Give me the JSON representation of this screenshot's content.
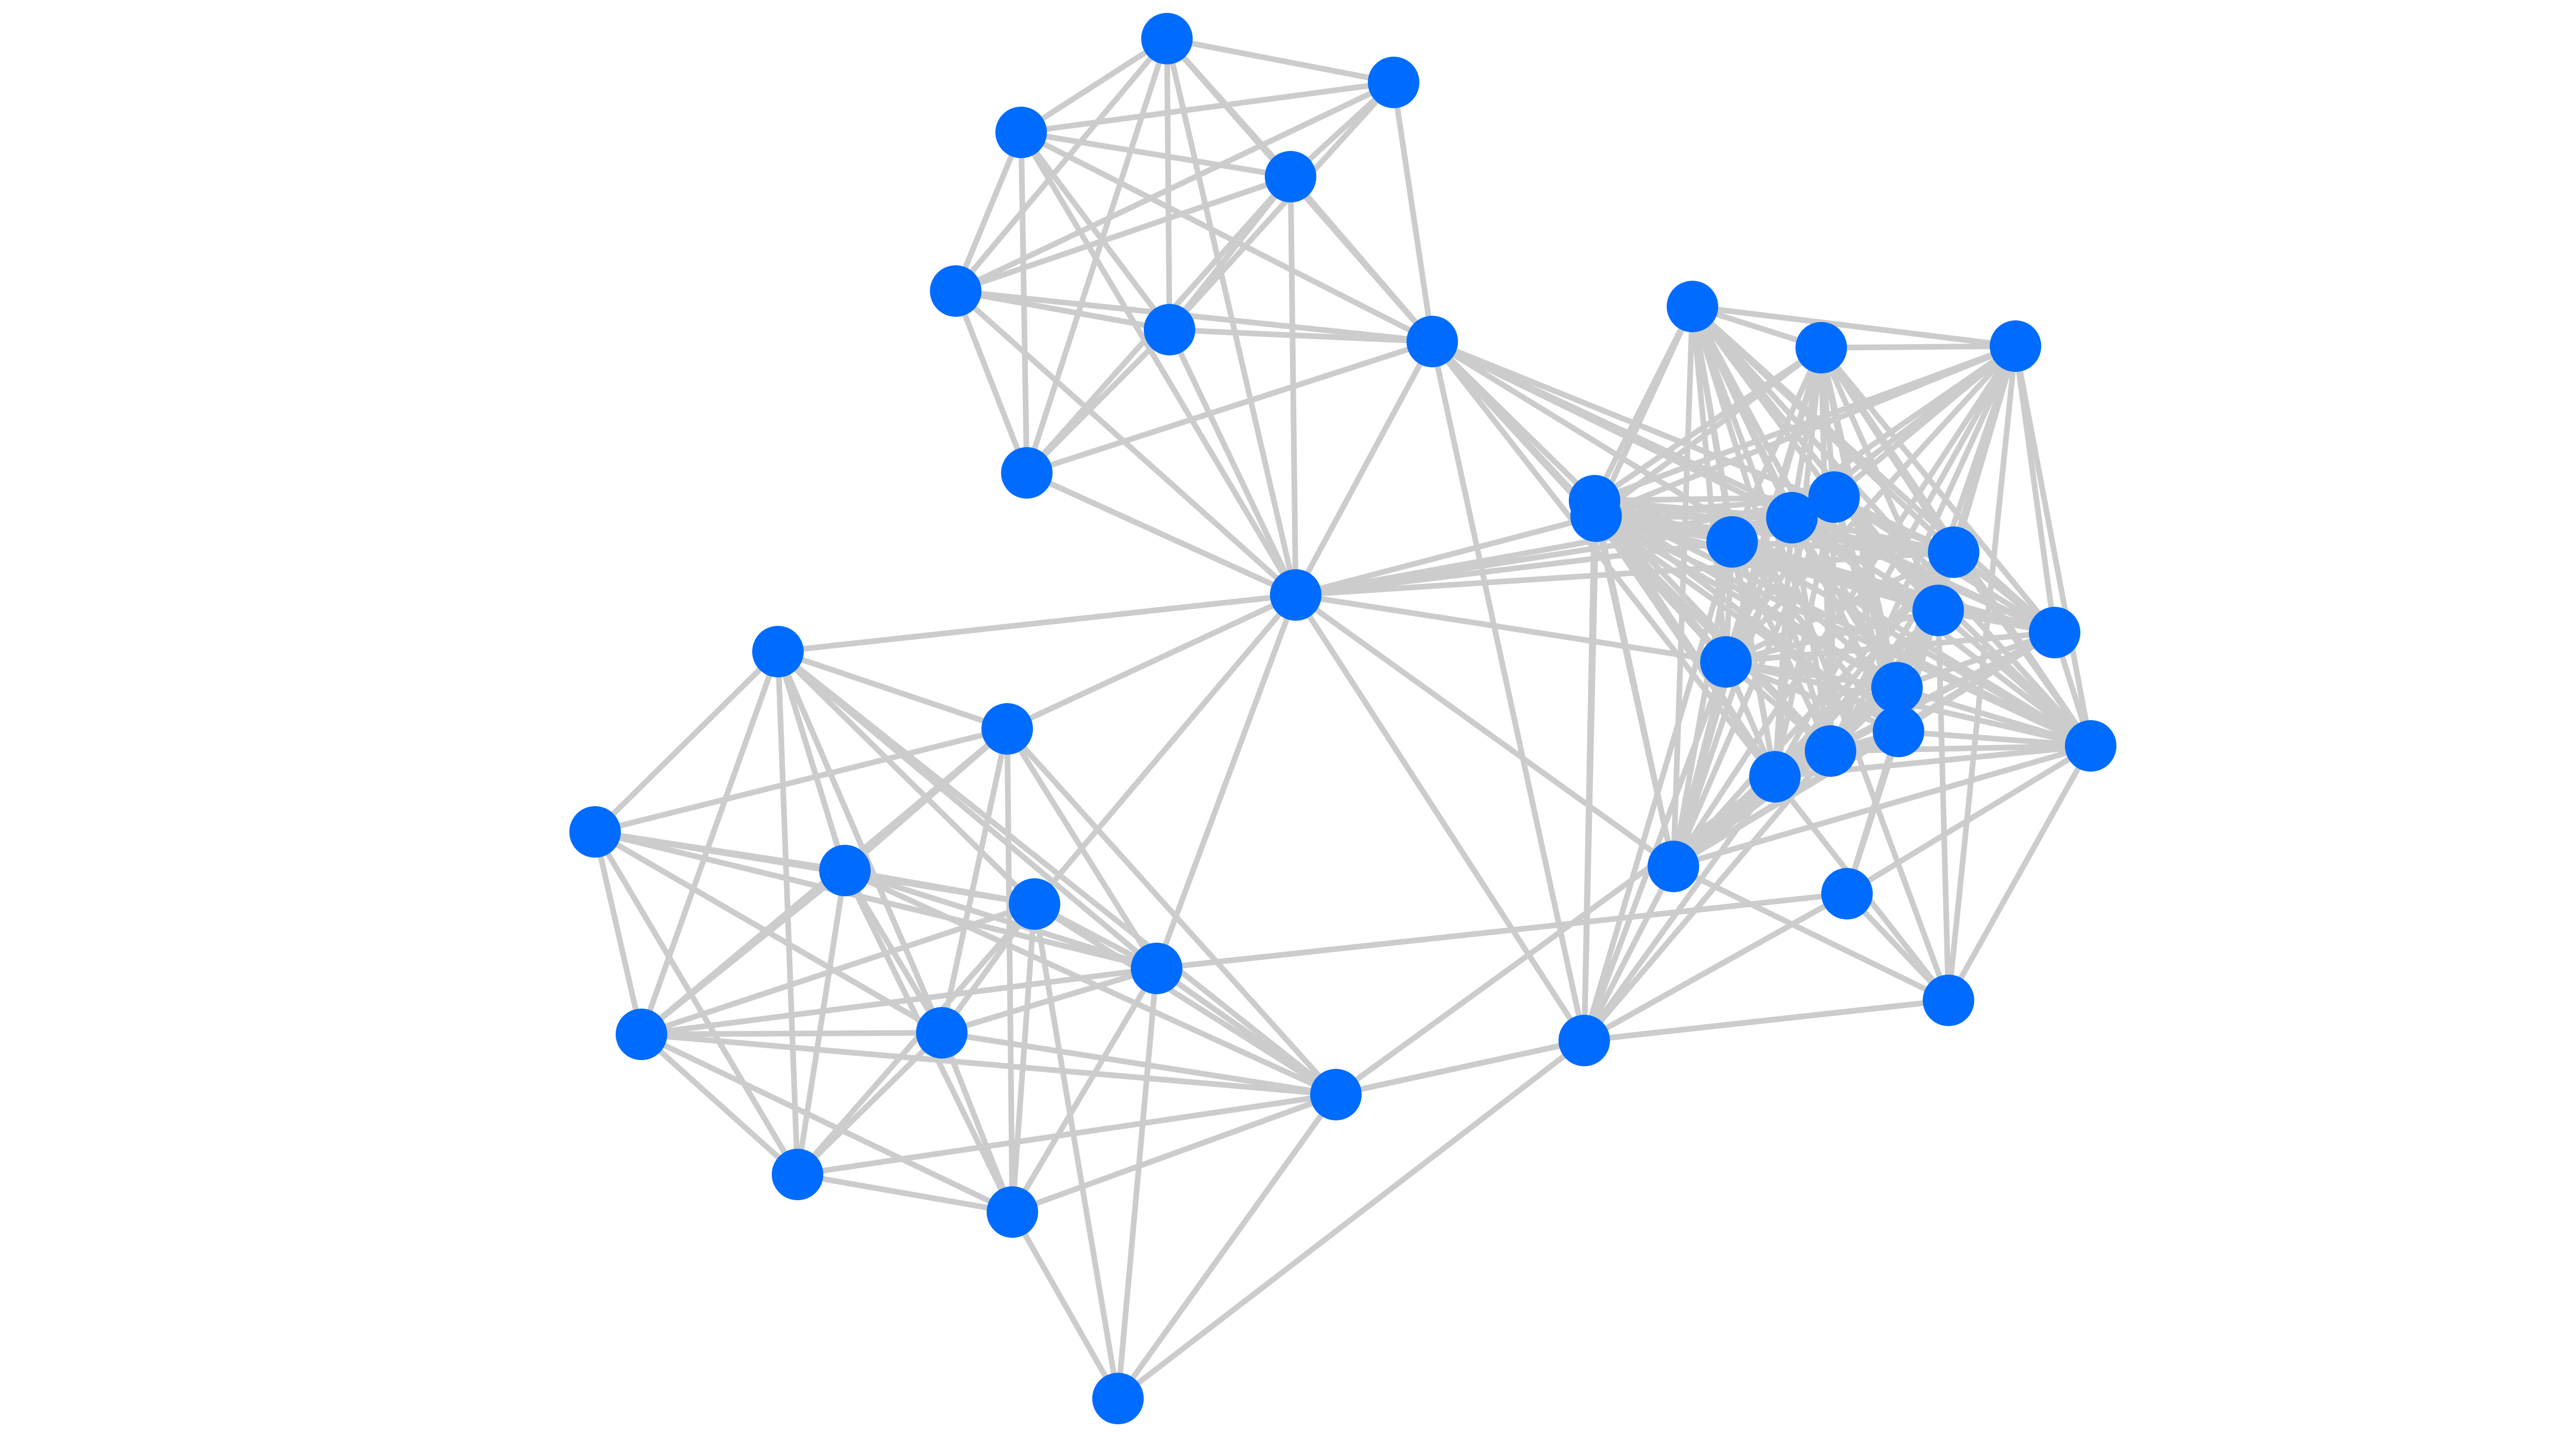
{
  "diagram": {
    "type": "network-graph",
    "style": {
      "node_color": "#006cff",
      "edge_color": "#cccccc",
      "background": "#ffffff"
    },
    "nodes": [
      {
        "id": "n0"
      },
      {
        "id": "n1"
      },
      {
        "id": "n2"
      },
      {
        "id": "n3"
      },
      {
        "id": "n4"
      },
      {
        "id": "n5"
      },
      {
        "id": "n6"
      },
      {
        "id": "n7"
      },
      {
        "id": "n8"
      },
      {
        "id": "n9"
      },
      {
        "id": "n10"
      },
      {
        "id": "n11"
      },
      {
        "id": "n12"
      },
      {
        "id": "n13"
      },
      {
        "id": "n14"
      },
      {
        "id": "n15"
      },
      {
        "id": "n16"
      },
      {
        "id": "n17"
      },
      {
        "id": "n18"
      },
      {
        "id": "n19"
      },
      {
        "id": "n20"
      },
      {
        "id": "n21"
      },
      {
        "id": "n22"
      },
      {
        "id": "n23"
      },
      {
        "id": "n24"
      },
      {
        "id": "n25"
      },
      {
        "id": "n26"
      },
      {
        "id": "n27"
      },
      {
        "id": "n28"
      },
      {
        "id": "n29"
      },
      {
        "id": "n30"
      },
      {
        "id": "n31"
      },
      {
        "id": "n32"
      },
      {
        "id": "n33"
      },
      {
        "id": "n34"
      },
      {
        "id": "n35"
      },
      {
        "id": "n36"
      },
      {
        "id": "n37"
      },
      {
        "id": "n38"
      },
      {
        "id": "n39"
      },
      {
        "id": "n40"
      },
      {
        "id": "n41"
      },
      {
        "id": "n42"
      }
    ],
    "edges": [
      [
        "n0",
        "n1"
      ],
      [
        "n0",
        "n2"
      ],
      [
        "n0",
        "n3"
      ],
      [
        "n0",
        "n4"
      ],
      [
        "n0",
        "n5"
      ],
      [
        "n0",
        "n6"
      ],
      [
        "n0",
        "n7"
      ],
      [
        "n0",
        "n8"
      ],
      [
        "n1",
        "n2"
      ],
      [
        "n1",
        "n3"
      ],
      [
        "n1",
        "n4"
      ],
      [
        "n1",
        "n5"
      ],
      [
        "n1",
        "n7"
      ],
      [
        "n2",
        "n3"
      ],
      [
        "n2",
        "n4"
      ],
      [
        "n2",
        "n5"
      ],
      [
        "n2",
        "n6"
      ],
      [
        "n2",
        "n7"
      ],
      [
        "n2",
        "n8"
      ],
      [
        "n3",
        "n4"
      ],
      [
        "n3",
        "n5"
      ],
      [
        "n3",
        "n6"
      ],
      [
        "n3",
        "n7"
      ],
      [
        "n3",
        "n8"
      ],
      [
        "n4",
        "n5"
      ],
      [
        "n4",
        "n6"
      ],
      [
        "n4",
        "n7"
      ],
      [
        "n4",
        "n8"
      ],
      [
        "n5",
        "n6"
      ],
      [
        "n5",
        "n7"
      ],
      [
        "n5",
        "n8"
      ],
      [
        "n6",
        "n7"
      ],
      [
        "n6",
        "n8"
      ],
      [
        "n7",
        "n8"
      ],
      [
        "n7",
        "n18"
      ],
      [
        "n7",
        "n24"
      ],
      [
        "n7",
        "n23"
      ],
      [
        "n7",
        "n31"
      ],
      [
        "n7",
        "n39"
      ],
      [
        "n8",
        "n9"
      ],
      [
        "n8",
        "n10"
      ],
      [
        "n8",
        "n13"
      ],
      [
        "n8",
        "n14"
      ],
      [
        "n8",
        "n18"
      ],
      [
        "n8",
        "n24"
      ],
      [
        "n8",
        "n25"
      ],
      [
        "n8",
        "n26"
      ],
      [
        "n8",
        "n27"
      ],
      [
        "n8",
        "n28"
      ],
      [
        "n8",
        "n31"
      ],
      [
        "n8",
        "n37"
      ],
      [
        "n8",
        "n11"
      ],
      [
        "n9",
        "n10"
      ],
      [
        "n9",
        "n11"
      ],
      [
        "n9",
        "n12"
      ],
      [
        "n9",
        "n13"
      ],
      [
        "n9",
        "n14"
      ],
      [
        "n9",
        "n15"
      ],
      [
        "n9",
        "n16"
      ],
      [
        "n9",
        "n17"
      ],
      [
        "n10",
        "n11"
      ],
      [
        "n10",
        "n12"
      ],
      [
        "n10",
        "n14"
      ],
      [
        "n10",
        "n15"
      ],
      [
        "n10",
        "n16"
      ],
      [
        "n10",
        "n17"
      ],
      [
        "n11",
        "n12"
      ],
      [
        "n11",
        "n13"
      ],
      [
        "n11",
        "n14"
      ],
      [
        "n11",
        "n15"
      ],
      [
        "n11",
        "n16"
      ],
      [
        "n11",
        "n17"
      ],
      [
        "n12",
        "n13"
      ],
      [
        "n12",
        "n14"
      ],
      [
        "n12",
        "n15"
      ],
      [
        "n12",
        "n16"
      ],
      [
        "n12",
        "n17"
      ],
      [
        "n13",
        "n14"
      ],
      [
        "n13",
        "n15"
      ],
      [
        "n13",
        "n16"
      ],
      [
        "n13",
        "n17"
      ],
      [
        "n14",
        "n15"
      ],
      [
        "n14",
        "n16"
      ],
      [
        "n14",
        "n17"
      ],
      [
        "n15",
        "n16"
      ],
      [
        "n15",
        "n17"
      ],
      [
        "n16",
        "n17"
      ],
      [
        "n17",
        "n42"
      ],
      [
        "n17",
        "n18"
      ],
      [
        "n17",
        "n32"
      ],
      [
        "n18",
        "n19"
      ],
      [
        "n18",
        "n20"
      ],
      [
        "n18",
        "n21"
      ],
      [
        "n18",
        "n22"
      ],
      [
        "n18",
        "n23"
      ],
      [
        "n18",
        "n24"
      ],
      [
        "n18",
        "n25"
      ],
      [
        "n18",
        "n26"
      ],
      [
        "n18",
        "n27"
      ],
      [
        "n18",
        "n28"
      ],
      [
        "n18",
        "n29"
      ],
      [
        "n18",
        "n30"
      ],
      [
        "n18",
        "n31"
      ],
      [
        "n18",
        "n32"
      ],
      [
        "n18",
        "n33"
      ],
      [
        "n18",
        "n34"
      ],
      [
        "n18",
        "n35"
      ],
      [
        "n18",
        "n36"
      ],
      [
        "n18",
        "n37"
      ],
      [
        "n19",
        "n20"
      ],
      [
        "n19",
        "n21"
      ],
      [
        "n19",
        "n22"
      ],
      [
        "n19",
        "n23"
      ],
      [
        "n19",
        "n24"
      ],
      [
        "n19",
        "n25"
      ],
      [
        "n19",
        "n26"
      ],
      [
        "n19",
        "n27"
      ],
      [
        "n19",
        "n28"
      ],
      [
        "n19",
        "n29"
      ],
      [
        "n19",
        "n30"
      ],
      [
        "n19",
        "n31"
      ],
      [
        "n19",
        "n32"
      ],
      [
        "n19",
        "n33"
      ],
      [
        "n19",
        "n34"
      ],
      [
        "n19",
        "n35"
      ],
      [
        "n19",
        "n36"
      ],
      [
        "n19",
        "n37"
      ],
      [
        "n20",
        "n21"
      ],
      [
        "n20",
        "n22"
      ],
      [
        "n20",
        "n23"
      ],
      [
        "n20",
        "n24"
      ],
      [
        "n20",
        "n25"
      ],
      [
        "n20",
        "n26"
      ],
      [
        "n20",
        "n27"
      ],
      [
        "n20",
        "n28"
      ],
      [
        "n20",
        "n29"
      ],
      [
        "n20",
        "n30"
      ],
      [
        "n20",
        "n31"
      ],
      [
        "n20",
        "n32"
      ],
      [
        "n20",
        "n33"
      ],
      [
        "n20",
        "n34"
      ],
      [
        "n20",
        "n35"
      ],
      [
        "n20",
        "n36"
      ],
      [
        "n20",
        "n37"
      ],
      [
        "n21",
        "n22"
      ],
      [
        "n21",
        "n23"
      ],
      [
        "n21",
        "n24"
      ],
      [
        "n21",
        "n25"
      ],
      [
        "n21",
        "n26"
      ],
      [
        "n21",
        "n27"
      ],
      [
        "n21",
        "n28"
      ],
      [
        "n21",
        "n29"
      ],
      [
        "n21",
        "n30"
      ],
      [
        "n21",
        "n31"
      ],
      [
        "n21",
        "n32"
      ],
      [
        "n21",
        "n33"
      ],
      [
        "n21",
        "n34"
      ],
      [
        "n21",
        "n35"
      ],
      [
        "n21",
        "n36"
      ],
      [
        "n21",
        "n37"
      ],
      [
        "n22",
        "n23"
      ],
      [
        "n22",
        "n24"
      ],
      [
        "n22",
        "n25"
      ],
      [
        "n22",
        "n26"
      ],
      [
        "n22",
        "n27"
      ],
      [
        "n22",
        "n28"
      ],
      [
        "n22",
        "n29"
      ],
      [
        "n22",
        "n30"
      ],
      [
        "n22",
        "n31"
      ],
      [
        "n22",
        "n32"
      ],
      [
        "n22",
        "n33"
      ],
      [
        "n22",
        "n34"
      ],
      [
        "n22",
        "n35"
      ],
      [
        "n22",
        "n36"
      ],
      [
        "n22",
        "n37"
      ],
      [
        "n23",
        "n24"
      ],
      [
        "n23",
        "n25"
      ],
      [
        "n23",
        "n26"
      ],
      [
        "n23",
        "n27"
      ],
      [
        "n23",
        "n28"
      ],
      [
        "n23",
        "n29"
      ],
      [
        "n23",
        "n30"
      ],
      [
        "n23",
        "n31"
      ],
      [
        "n23",
        "n32"
      ],
      [
        "n23",
        "n33"
      ],
      [
        "n23",
        "n34"
      ],
      [
        "n23",
        "n35"
      ],
      [
        "n23",
        "n36"
      ],
      [
        "n23",
        "n37"
      ],
      [
        "n24",
        "n25"
      ],
      [
        "n24",
        "n26"
      ],
      [
        "n24",
        "n27"
      ],
      [
        "n24",
        "n28"
      ],
      [
        "n24",
        "n29"
      ],
      [
        "n24",
        "n30"
      ],
      [
        "n24",
        "n31"
      ],
      [
        "n24",
        "n32"
      ],
      [
        "n24",
        "n33"
      ],
      [
        "n24",
        "n34"
      ],
      [
        "n24",
        "n35"
      ],
      [
        "n24",
        "n36"
      ],
      [
        "n24",
        "n37"
      ],
      [
        "n25",
        "n26"
      ],
      [
        "n25",
        "n27"
      ],
      [
        "n25",
        "n28"
      ],
      [
        "n25",
        "n29"
      ],
      [
        "n25",
        "n30"
      ],
      [
        "n25",
        "n31"
      ],
      [
        "n25",
        "n32"
      ],
      [
        "n25",
        "n33"
      ],
      [
        "n25",
        "n34"
      ],
      [
        "n25",
        "n35"
      ],
      [
        "n25",
        "n36"
      ],
      [
        "n25",
        "n37"
      ],
      [
        "n26",
        "n27"
      ],
      [
        "n26",
        "n28"
      ],
      [
        "n26",
        "n29"
      ],
      [
        "n26",
        "n30"
      ],
      [
        "n26",
        "n31"
      ],
      [
        "n26",
        "n32"
      ],
      [
        "n26",
        "n33"
      ],
      [
        "n26",
        "n34"
      ],
      [
        "n26",
        "n35"
      ],
      [
        "n26",
        "n36"
      ],
      [
        "n26",
        "n37"
      ],
      [
        "n27",
        "n28"
      ],
      [
        "n27",
        "n29"
      ],
      [
        "n27",
        "n30"
      ],
      [
        "n27",
        "n31"
      ],
      [
        "n27",
        "n32"
      ],
      [
        "n27",
        "n33"
      ],
      [
        "n27",
        "n34"
      ],
      [
        "n27",
        "n35"
      ],
      [
        "n27",
        "n36"
      ],
      [
        "n27",
        "n37"
      ],
      [
        "n28",
        "n29"
      ],
      [
        "n28",
        "n30"
      ],
      [
        "n28",
        "n31"
      ],
      [
        "n28",
        "n32"
      ],
      [
        "n28",
        "n33"
      ],
      [
        "n28",
        "n34"
      ],
      [
        "n28",
        "n35"
      ],
      [
        "n28",
        "n36"
      ],
      [
        "n28",
        "n37"
      ],
      [
        "n29",
        "n30"
      ],
      [
        "n29",
        "n31"
      ],
      [
        "n29",
        "n32"
      ],
      [
        "n29",
        "n33"
      ],
      [
        "n29",
        "n34"
      ],
      [
        "n29",
        "n35"
      ],
      [
        "n29",
        "n36"
      ],
      [
        "n29",
        "n37"
      ],
      [
        "n30",
        "n31"
      ],
      [
        "n30",
        "n32"
      ],
      [
        "n30",
        "n33"
      ],
      [
        "n30",
        "n34"
      ],
      [
        "n30",
        "n35"
      ],
      [
        "n30",
        "n36"
      ],
      [
        "n30",
        "n37"
      ],
      [
        "n31",
        "n32"
      ],
      [
        "n31",
        "n33"
      ],
      [
        "n31",
        "n34"
      ],
      [
        "n31",
        "n35"
      ],
      [
        "n31",
        "n36"
      ],
      [
        "n31",
        "n37"
      ],
      [
        "n32",
        "n33"
      ],
      [
        "n32",
        "n34"
      ],
      [
        "n32",
        "n35"
      ],
      [
        "n32",
        "n36"
      ],
      [
        "n32",
        "n37"
      ],
      [
        "n33",
        "n34"
      ],
      [
        "n33",
        "n35"
      ],
      [
        "n33",
        "n36"
      ],
      [
        "n33",
        "n37"
      ],
      [
        "n34",
        "n35"
      ],
      [
        "n34",
        "n36"
      ],
      [
        "n34",
        "n37"
      ],
      [
        "n35",
        "n36"
      ],
      [
        "n35",
        "n37"
      ],
      [
        "n36",
        "n37"
      ],
      [
        "n38",
        "n39"
      ],
      [
        "n38",
        "n40"
      ],
      [
        "n38",
        "n41"
      ],
      [
        "n38",
        "n10"
      ],
      [
        "n38",
        "n9"
      ],
      [
        "n38",
        "n14"
      ],
      [
        "n38",
        "n11"
      ],
      [
        "n39",
        "n40"
      ],
      [
        "n39",
        "n41"
      ],
      [
        "n40",
        "n41"
      ]
    ]
  }
}
